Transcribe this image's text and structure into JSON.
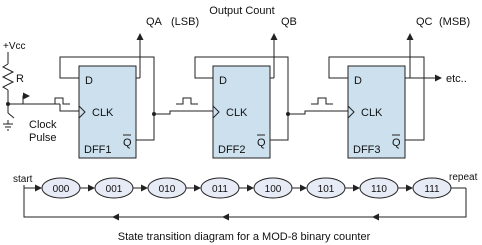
{
  "title": "Output Count",
  "supply": "+Vcc",
  "resistor": "R",
  "clock_label_1": "Clock",
  "clock_label_2": "Pulse",
  "pin_d": "D",
  "pin_clk": "CLK",
  "pin_qbar": "Q",
  "outputs": [
    {
      "name": "QA",
      "note": "(LSB)"
    },
    {
      "name": "QB",
      "note": ""
    },
    {
      "name": "QC",
      "note": "(MSB)"
    }
  ],
  "flipflops": [
    "DFF1",
    "DFF2",
    "DFF3"
  ],
  "etc": "etc..",
  "start": "start",
  "repeat": "repeat",
  "states": [
    "000",
    "001",
    "010",
    "011",
    "100",
    "101",
    "110",
    "111"
  ],
  "caption": "State transition diagram for a MOD-8 binary counter",
  "colors": {
    "flipflop": "#cde0ee",
    "state": "#e6ebf5"
  }
}
